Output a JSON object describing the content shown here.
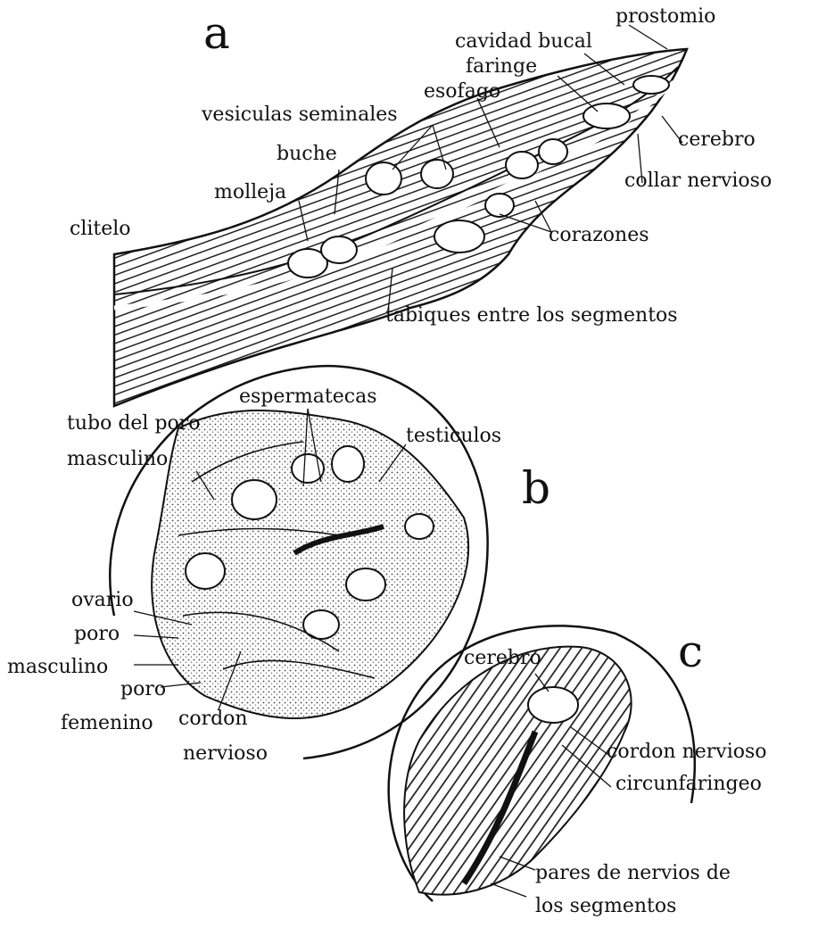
{
  "panel_letters": {
    "a": "a",
    "b": "b",
    "c": "c"
  },
  "labels_a": {
    "prostomio": "prostomio",
    "cavidad_bucal": "cavidad bucal",
    "faringe": "faringe",
    "esofago": "esofago",
    "vesiculas_seminales": "vesiculas seminales",
    "cerebro": "cerebro",
    "buche": "buche",
    "collar_nervioso": "collar nervioso",
    "molleja": "molleja",
    "clitelo": "clitelo",
    "corazones": "corazones",
    "tabiques": "tabiques entre los segmentos"
  },
  "labels_b": {
    "espermatecas": "espermatecas",
    "tubo_del_poro": "tubo del poro",
    "masculino_tubo": "masculino",
    "testiculos": "testiculos",
    "ovario": "ovario",
    "poro_1": "poro",
    "masculino": "masculino",
    "poro_2": "poro",
    "femenino": "femenino",
    "cordon": "cordon",
    "nervioso": "nervioso"
  },
  "labels_c": {
    "cerebro": "cerebro",
    "cordon_nervioso": "cordon nervioso",
    "circunfaringeo": "circunfaringeo",
    "pares_nervios": "pares de nervios de",
    "los_segmentos": "los segmentos"
  },
  "colors": {
    "ink": "#111111",
    "paper": "#ffffff",
    "shade": "#9a9a9a"
  }
}
